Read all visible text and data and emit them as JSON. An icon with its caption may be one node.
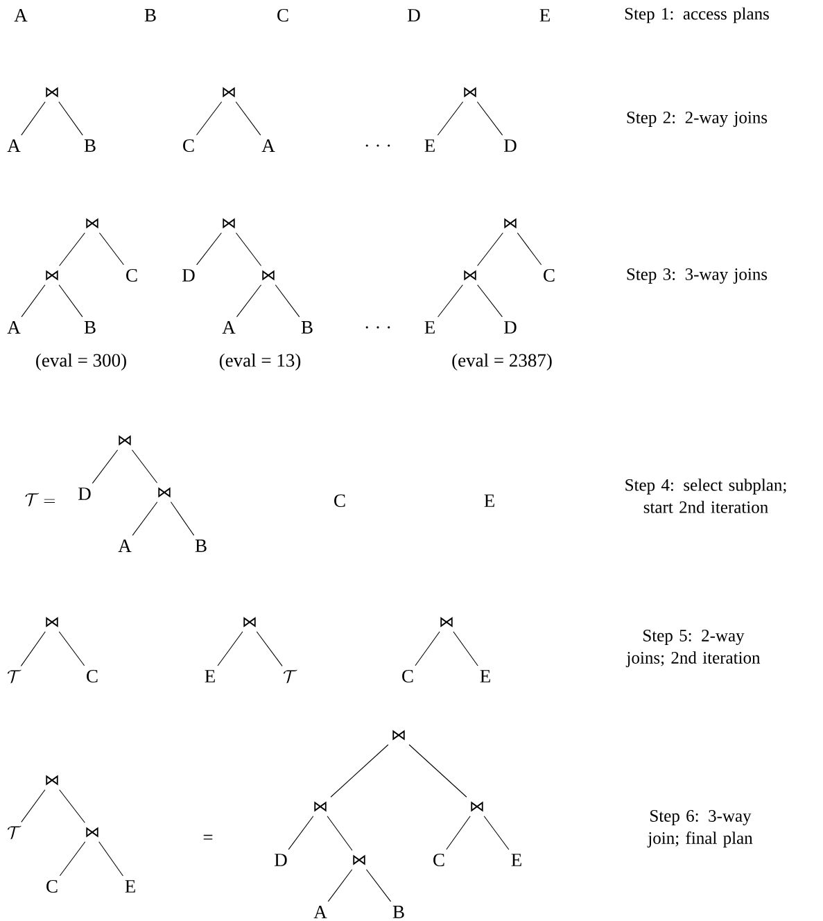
{
  "diagram": {
    "nodes": [
      {
        "text": [
          "⋈"
        ]
      },
      {
        "text": [
          "A"
        ]
      },
      {
        "text": [
          "B"
        ]
      },
      {
        "text": [
          "⋈"
        ]
      },
      {
        "text": [
          "C"
        ]
      },
      {
        "text": [
          "A"
        ]
      },
      {
        "text": [
          "⋈"
        ]
      },
      {
        "text": [
          "E"
        ]
      },
      {
        "text": [
          "D"
        ]
      },
      {
        "text": [
          "⋈"
        ]
      },
      {
        "text": [
          "⋈"
        ]
      },
      {
        "text": [
          "C"
        ]
      },
      {
        "text": [
          "A"
        ]
      },
      {
        "text": [
          "B"
        ]
      },
      {
        "text": [
          "⋈"
        ]
      },
      {
        "text": [
          "D"
        ]
      },
      {
        "text": [
          "⋈"
        ]
      },
      {
        "text": [
          "A"
        ]
      },
      {
        "text": [
          "B"
        ]
      },
      {
        "text": [
          "⋈"
        ]
      },
      {
        "text": [
          "⋈"
        ]
      },
      {
        "text": [
          "C"
        ]
      },
      {
        "text": [
          "E"
        ]
      },
      {
        "text": [
          "D"
        ]
      },
      {
        "text": [
          "⋈"
        ]
      },
      {
        "text": [
          "D"
        ]
      },
      {
        "text": [
          "⋈"
        ]
      },
      {
        "text": [
          "A"
        ]
      },
      {
        "text": [
          "B"
        ]
      },
      {
        "text": [
          "⋈"
        ]
      },
      {
        "text": [
          "\\mathcal{T}"
        ]
      },
      {
        "text": [
          "C"
        ]
      },
      {
        "text": [
          "⋈"
        ]
      },
      {
        "text": [
          "E"
        ]
      },
      {
        "text": [
          "\\mathcal{T}"
        ]
      },
      {
        "text": [
          "⋈"
        ]
      },
      {
        "text": [
          "C"
        ]
      },
      {
        "text": [
          "E"
        ]
      },
      {
        "text": [
          "⋈"
        ]
      },
      {
        "text": [
          "\\mathcal{T}"
        ]
      },
      {
        "text": [
          "⋈"
        ]
      },
      {
        "text": [
          "C"
        ]
      },
      {
        "text": [
          "E"
        ]
      },
      {
        "text": [
          "⋈"
        ]
      },
      {
        "text": [
          "⋈"
        ]
      },
      {
        "text": [
          "⋈"
        ]
      },
      {
        "text": [
          "D"
        ]
      },
      {
        "text": [
          "⋈"
        ]
      },
      {
        "text": [
          "C"
        ]
      },
      {
        "text": [
          "E"
        ]
      },
      {
        "text": [
          "A"
        ]
      },
      {
        "text": [
          "B"
        ]
      }
    ],
    "edges": [
      {
        "from": 0,
        "to": 1,
        "arrow": "none"
      },
      {
        "from": 0,
        "to": 2,
        "arrow": "none"
      },
      {
        "from": 3,
        "to": 4,
        "arrow": "none"
      },
      {
        "from": 3,
        "to": 5,
        "arrow": "none"
      },
      {
        "from": 6,
        "to": 7,
        "arrow": "none"
      },
      {
        "from": 6,
        "to": 8,
        "arrow": "none"
      },
      {
        "from": 9,
        "to": 10,
        "arrow": "none"
      },
      {
        "from": 9,
        "to": 11,
        "arrow": "none"
      },
      {
        "from": 10,
        "to": 12,
        "arrow": "none"
      },
      {
        "from": 10,
        "to": 13,
        "arrow": "none"
      },
      {
        "from": 14,
        "to": 15,
        "arrow": "none"
      },
      {
        "from": 14,
        "to": 16,
        "arrow": "none"
      },
      {
        "from": 16,
        "to": 17,
        "arrow": "none"
      },
      {
        "from": 16,
        "to": 18,
        "arrow": "none"
      },
      {
        "from": 19,
        "to": 20,
        "arrow": "none"
      },
      {
        "from": 19,
        "to": 21,
        "arrow": "none"
      },
      {
        "from": 20,
        "to": 22,
        "arrow": "none"
      },
      {
        "from": 20,
        "to": 23,
        "arrow": "none"
      },
      {
        "from": 24,
        "to": 25,
        "arrow": "none"
      },
      {
        "from": 24,
        "to": 26,
        "arrow": "none"
      },
      {
        "from": 26,
        "to": 27,
        "arrow": "none"
      },
      {
        "from": 26,
        "to": 28,
        "arrow": "none"
      },
      {
        "from": 29,
        "to": 30,
        "arrow": "none"
      },
      {
        "from": 29,
        "to": 31,
        "arrow": "none"
      },
      {
        "from": 32,
        "to": 33,
        "arrow": "none"
      },
      {
        "from": 32,
        "to": 34,
        "arrow": "none"
      },
      {
        "from": 35,
        "to": 36,
        "arrow": "none"
      },
      {
        "from": 35,
        "to": 37,
        "arrow": "none"
      },
      {
        "from": 38,
        "to": 39,
        "arrow": "none"
      },
      {
        "from": 38,
        "to": 40,
        "arrow": "none"
      },
      {
        "from": 40,
        "to": 41,
        "arrow": "none"
      },
      {
        "from": 40,
        "to": 42,
        "arrow": "none"
      },
      {
        "from": 43,
        "to": 44,
        "arrow": "none"
      },
      {
        "from": 43,
        "to": 45,
        "arrow": "none"
      },
      {
        "from": 44,
        "to": 46,
        "arrow": "none"
      },
      {
        "from": 44,
        "to": 47,
        "arrow": "none"
      },
      {
        "from": 45,
        "to": 48,
        "arrow": "none"
      },
      {
        "from": 45,
        "to": 49,
        "arrow": "none"
      },
      {
        "from": 47,
        "to": 50,
        "arrow": "none"
      },
      {
        "from": 47,
        "to": 51,
        "arrow": "none"
      }
    ],
    "labels": [
      "A",
      "B",
      "C",
      "D",
      "E",
      "Step 1: access plans",
      ". . .",
      "Step 2: 2-way joins",
      ". . .",
      "Step 3: 3-way joins",
      "(eval = 300)",
      "(eval = 13)",
      "(eval = 2387)",
      "\\mathcal{T} =",
      "C",
      "E",
      "Step 4: select subplan; start 2nd iteration",
      "Step 5: 2-way joins; 2nd iteration",
      "=",
      "Step 6: 3-way join; final plan"
    ]
  }
}
